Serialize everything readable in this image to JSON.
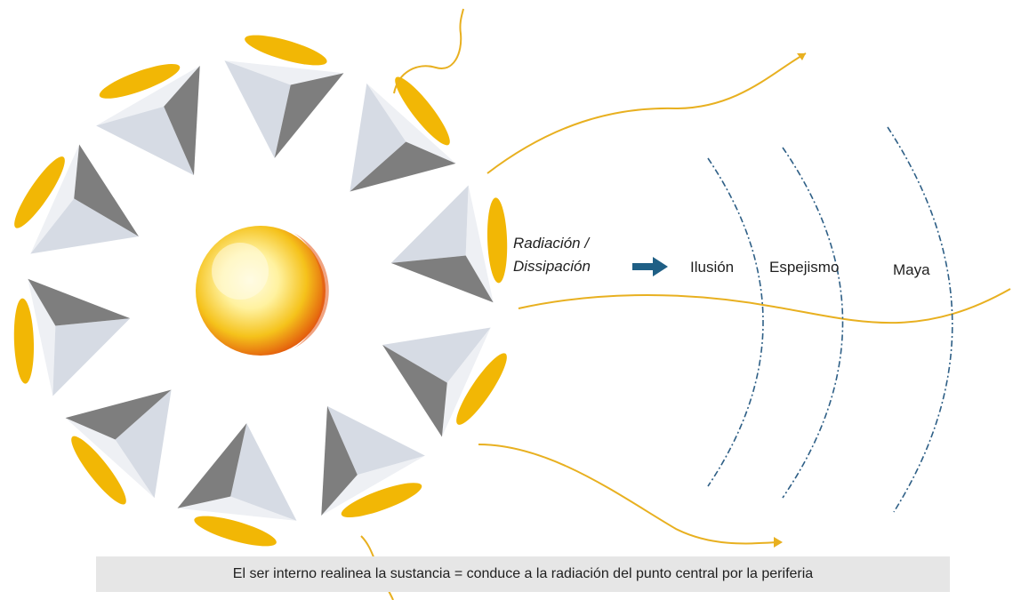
{
  "labels": {
    "radiation_line1": "Radiación /",
    "radiation_line2": "Dissipación",
    "illusion": "Ilusión",
    "glamour": "Espejismo",
    "maya": "Maya"
  },
  "caption": "El ser interno realinea la sustancia = conduce a la radiación del punto central por la periferia",
  "colors": {
    "sun_core": "#fff2a0",
    "sun_mid": "#f5c21b",
    "sun_edge": "#e2560c",
    "petal_gold": "#f2b705",
    "ray_gold": "#e8b020",
    "arrow_blue": "#1f5f85",
    "arc_blue": "#2e5f86",
    "pyramid_light": "#d6dbe4",
    "pyramid_dark": "#7e7e7e",
    "caption_bg": "#e6e6e6"
  },
  "icons": {
    "arrow": "right-arrow-icon",
    "sun": "sun-icon",
    "pyramid": "pyramid-icon"
  }
}
